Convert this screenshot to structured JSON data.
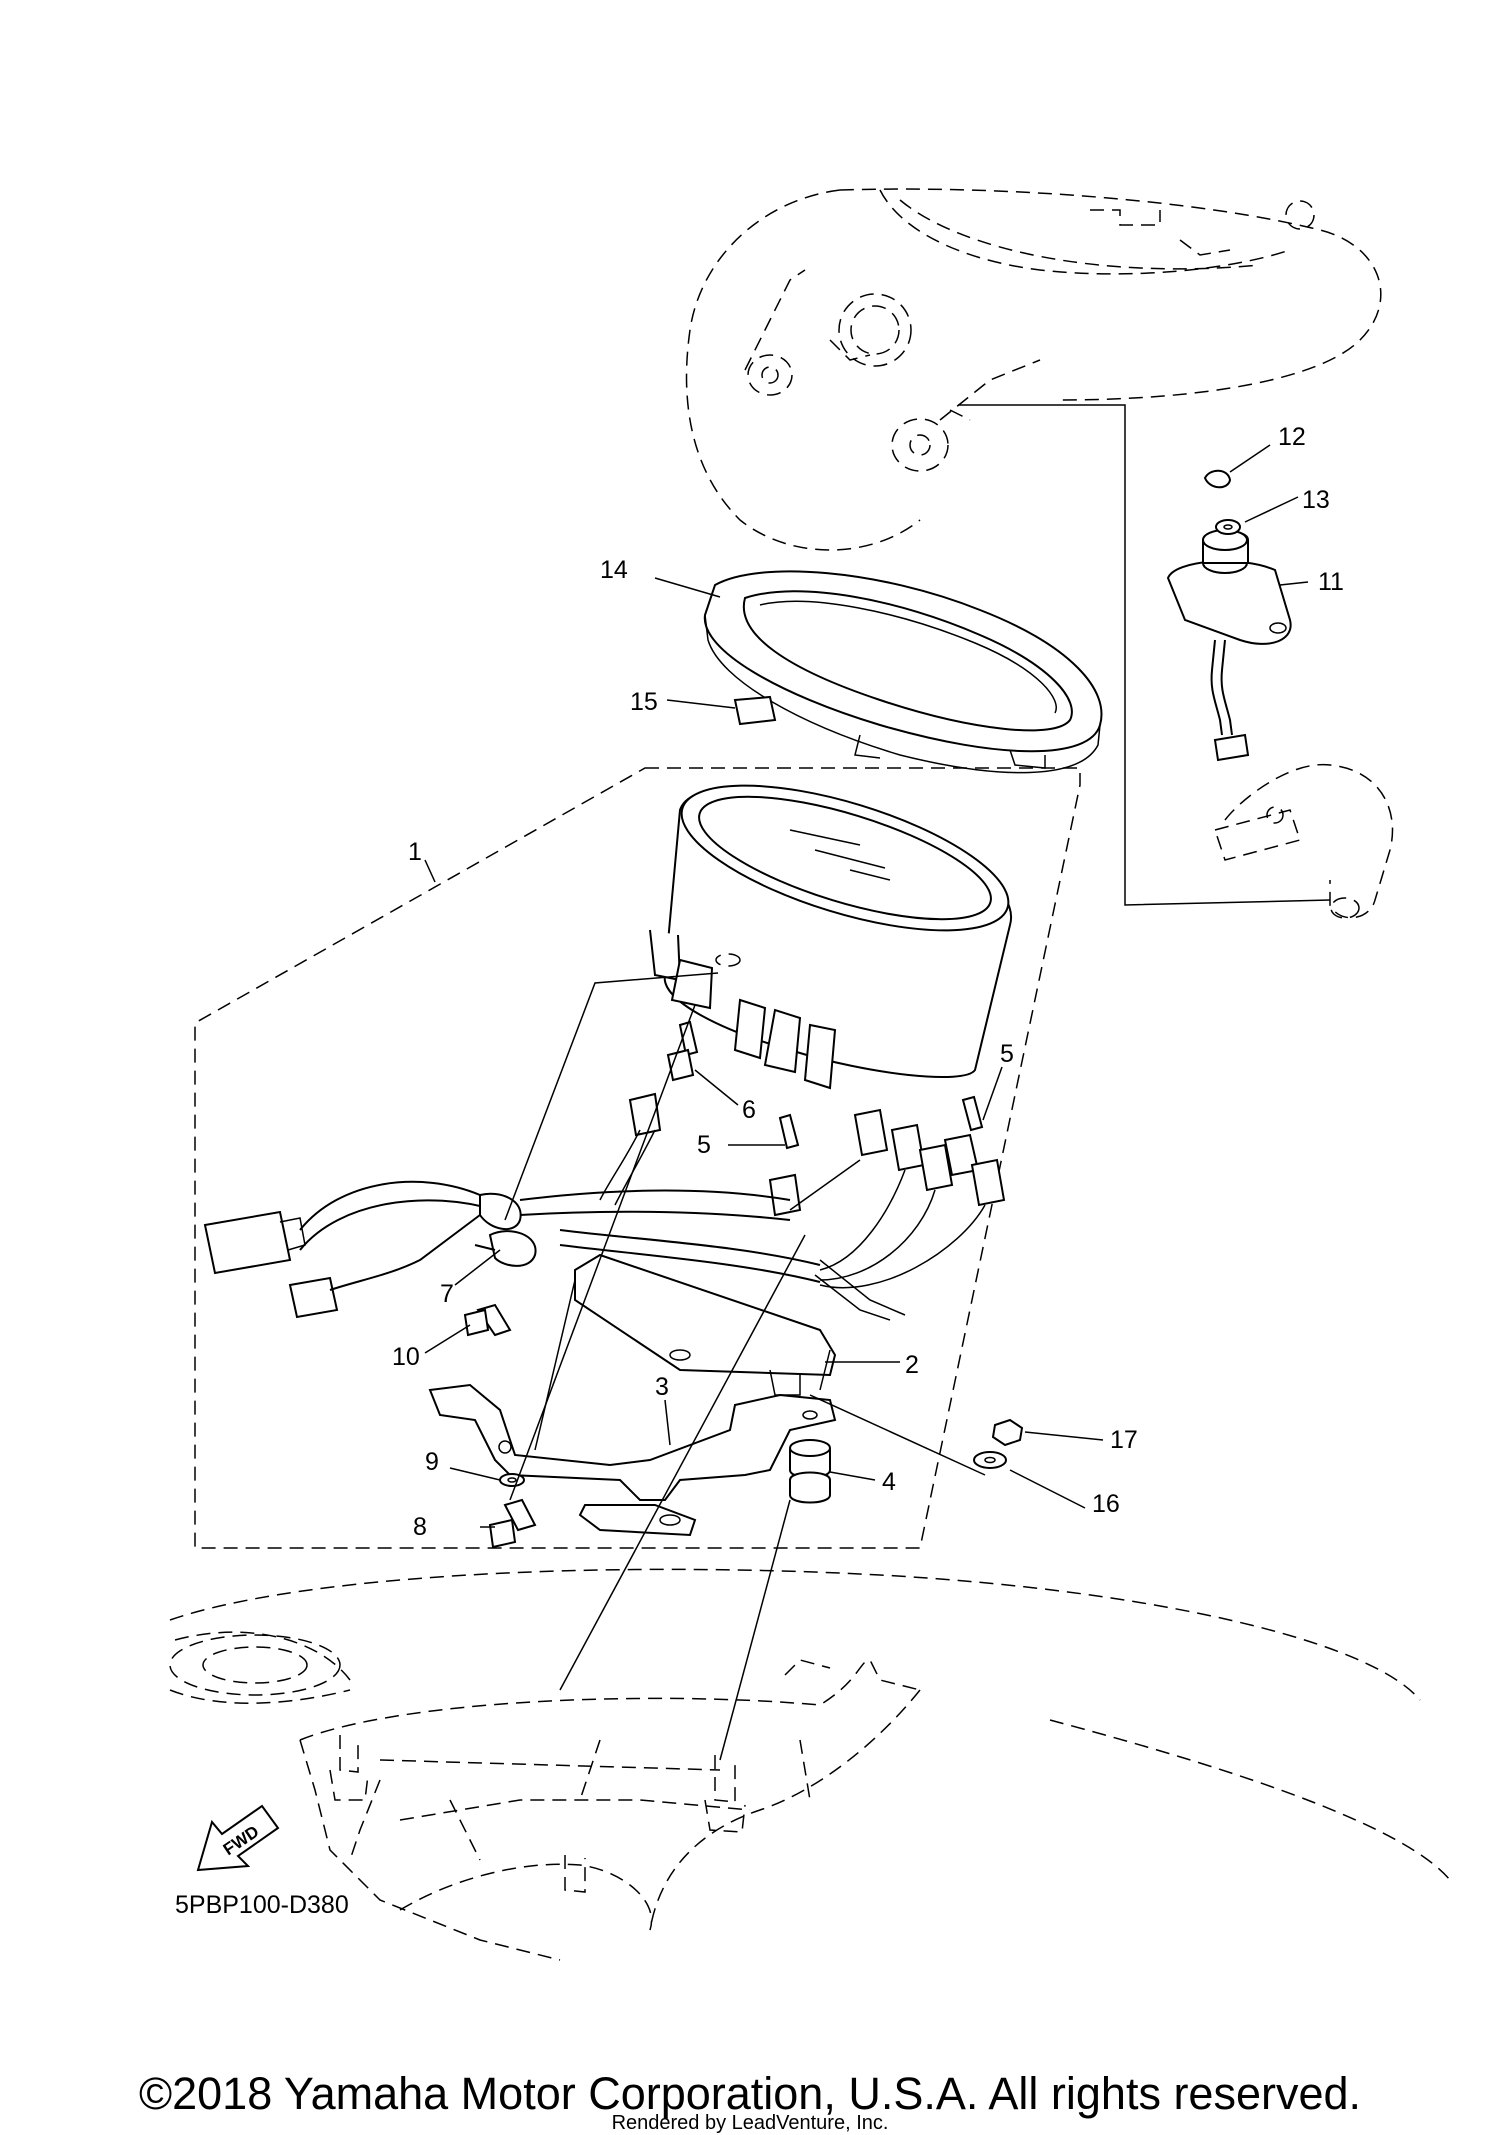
{
  "diagram": {
    "reference_code": "5PBP100-D380",
    "fwd_label": "FWD",
    "callouts": [
      {
        "id": "c1",
        "number": "1"
      },
      {
        "id": "c2",
        "number": "2"
      },
      {
        "id": "c3",
        "number": "3"
      },
      {
        "id": "c4",
        "number": "4"
      },
      {
        "id": "c5a",
        "number": "5"
      },
      {
        "id": "c5b",
        "number": "5"
      },
      {
        "id": "c6",
        "number": "6"
      },
      {
        "id": "c7",
        "number": "7"
      },
      {
        "id": "c8",
        "number": "8"
      },
      {
        "id": "c9",
        "number": "9"
      },
      {
        "id": "c10",
        "number": "10"
      },
      {
        "id": "c11",
        "number": "11"
      },
      {
        "id": "c12",
        "number": "12"
      },
      {
        "id": "c13",
        "number": "13"
      },
      {
        "id": "c14",
        "number": "14"
      },
      {
        "id": "c15",
        "number": "15"
      },
      {
        "id": "c16",
        "number": "16"
      },
      {
        "id": "c17",
        "number": "17"
      }
    ]
  },
  "footer": {
    "copyright": "©2018 Yamaha Motor Corporation, U.S.A. All rights reserved.",
    "rendered_by": "Rendered by LeadVenture, Inc."
  }
}
